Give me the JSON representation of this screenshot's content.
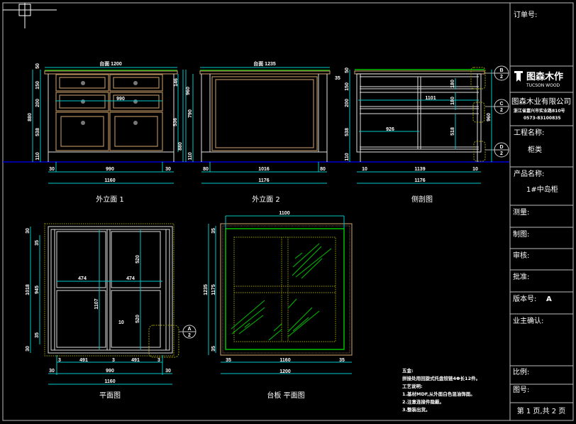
{
  "title_block": {
    "order_no": "订单号:",
    "logo_cn": "图森木作",
    "logo_en": "TUCSON WOOD",
    "company": "图森木业有限公司",
    "address": "浙江省嘉兴市实业路810号",
    "phone": "0573-83100835",
    "project_label": "工程名称:",
    "project_value": "柜类",
    "product_label": "产品名称:",
    "product_value": "1#中岛柜",
    "measure": "测量:",
    "drafting": "制图:",
    "review": "审核:",
    "approve": "批准:",
    "version_label": "版本号:",
    "version_value": "A",
    "owner_confirm": "业主确认:",
    "scale": "比例:",
    "drawing_no": "图号:",
    "page": "第 1 页,共 2 页"
  },
  "views": {
    "elev1": {
      "title": "外立面 1",
      "dims": [
        "台面 1200",
        "30",
        "990",
        "30",
        "1160",
        "880",
        "50",
        "150",
        "200",
        "538",
        "110",
        "990",
        "146",
        "536",
        "880"
      ]
    },
    "elev2": {
      "title": "外立面 2",
      "dims": [
        "台面 1235",
        "80",
        "1016",
        "80",
        "1176",
        "960",
        "790",
        "110",
        "35"
      ]
    },
    "side": {
      "title": "侧剖图",
      "dims": [
        "50",
        "150",
        "200",
        "538",
        "110",
        "10",
        "1139",
        "10",
        "1176",
        "1101",
        "926",
        "180",
        "180",
        "518",
        "960"
      ],
      "callouts": [
        [
          "B",
          "2"
        ],
        [
          "C",
          "2"
        ],
        [
          "D",
          "2"
        ]
      ]
    },
    "plan": {
      "title": "平面图",
      "dims": [
        "1018",
        "945",
        "35",
        "35",
        "30",
        "30",
        "474",
        "474",
        "1107",
        "520",
        "520",
        "10",
        "3",
        "491",
        "3",
        "491",
        "3",
        "30",
        "990",
        "30",
        "1160"
      ],
      "callout": [
        "A",
        "2"
      ]
    },
    "top": {
      "title": "台板 平面图",
      "dims": [
        "1100",
        "1235",
        "1175",
        "35",
        "35",
        "35",
        "1160",
        "35",
        "1200"
      ]
    }
  },
  "notes": [
    "五金:",
    "拼接处用回旋式托盘铰链4Φ长12件。",
    "工艺说明:",
    "1.基材MDF,从外面白色混油饰面。",
    "2.注意连接件隐蔽。",
    "3.整装出货。"
  ],
  "colors": {
    "dimension": "#00c8c8",
    "wood": "#b08a5a",
    "glass": "#00c000",
    "ground": "#0000ff",
    "hidden": "#a0a000"
  }
}
